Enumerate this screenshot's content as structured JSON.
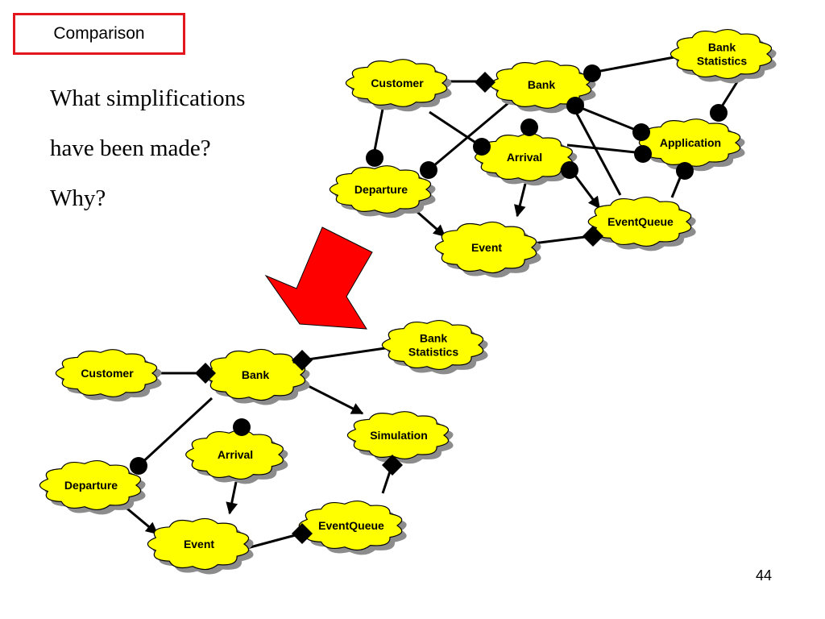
{
  "slide": {
    "title": "Comparison",
    "question_lines": [
      "What simplifications",
      "have been made?",
      "Why?"
    ],
    "page_number": "44"
  },
  "colors": {
    "node_fill": "#ffff00",
    "node_shadow": "#8c8c8c",
    "title_border": "#e3161d",
    "arrow_fill": "#ff0000"
  },
  "diagrams": [
    {
      "id": "original",
      "nodes": [
        {
          "id": "customer",
          "label_lines": [
            "Customer"
          ]
        },
        {
          "id": "bank",
          "label_lines": [
            "Bank"
          ]
        },
        {
          "id": "bank-statistics",
          "label_lines": [
            "Bank",
            "Statistics"
          ]
        },
        {
          "id": "departure",
          "label_lines": [
            "Departure"
          ]
        },
        {
          "id": "arrival",
          "label_lines": [
            "Arrival"
          ]
        },
        {
          "id": "application",
          "label_lines": [
            "Application"
          ]
        },
        {
          "id": "event",
          "label_lines": [
            "Event"
          ]
        },
        {
          "id": "eventqueue",
          "label_lines": [
            "EventQueue"
          ]
        }
      ]
    },
    {
      "id": "simplified",
      "nodes": [
        {
          "id": "customer",
          "label_lines": [
            "Customer"
          ]
        },
        {
          "id": "bank",
          "label_lines": [
            "Bank"
          ]
        },
        {
          "id": "bank-statistics",
          "label_lines": [
            "Bank",
            "Statistics"
          ]
        },
        {
          "id": "departure",
          "label_lines": [
            "Departure"
          ]
        },
        {
          "id": "arrival",
          "label_lines": [
            "Arrival"
          ]
        },
        {
          "id": "simulation",
          "label_lines": [
            "Simulation"
          ]
        },
        {
          "id": "event",
          "label_lines": [
            "Event"
          ]
        },
        {
          "id": "eventqueue",
          "label_lines": [
            "EventQueue"
          ]
        }
      ]
    }
  ]
}
